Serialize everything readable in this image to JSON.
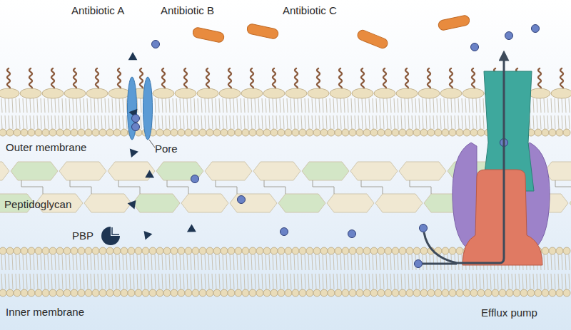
{
  "diagram": {
    "nodes": [
      {
        "text": [
          "Outer membrane"
        ]
      },
      {
        "text": [
          "Peptidoglycan"
        ]
      },
      {
        "text": [
          "Inner membrane"
        ]
      },
      {
        "text": [
          "Pore"
        ],
        "in": 0
      },
      {
        "text": [
          "PBP"
        ]
      },
      {
        "text": [
          "Efflux pump"
        ]
      }
    ],
    "labels": [
      "Antibiotic A",
      "Antibiotic B",
      "Antibiotic C"
    ]
  }
}
